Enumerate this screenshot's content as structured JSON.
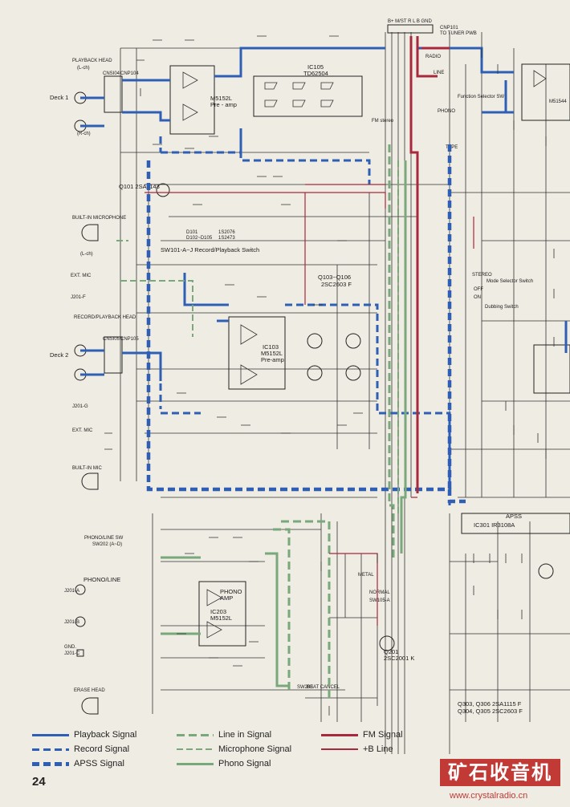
{
  "connector": {
    "pins": "B+ M/ST R L B GND",
    "ref": "CNP101",
    "dest": "TO TUNER PWB"
  },
  "components": {
    "ic105": "IC105",
    "ic105_part": "TD62504",
    "ic101": "M5152L",
    "ic101_sub": "Pre - amp",
    "ic103_ref": "IC103",
    "ic103": "M5152L",
    "ic103_sub": "Pre-amp.",
    "ic203_ref": "IC203",
    "ic203": "M5152L",
    "ic203_title1": "PHONO",
    "ic203_title2": "AMP",
    "ic301": "IC301  IR3108A",
    "ic301_title": "APSS",
    "q101": "Q101  2SA1143",
    "q103_106": "Q103~Q106",
    "q103_106_part": "2SC2603 F",
    "q201": "Q201",
    "q201_part": "2SC2001 K",
    "q303": "Q303, Q306  2SA1115 F",
    "q304": "Q304, Q305  2SC2603 F",
    "d101": "D101",
    "d101_range": "D102~D105",
    "d_part1": "1S2076",
    "d_part2": "1S2473",
    "ic104": "M51544"
  },
  "labels": {
    "playback_head": "PLAYBACK HEAD",
    "l_ch": "(L-ch)",
    "r_ch": "(R-ch)",
    "deck1": "Deck 1",
    "deck2": "Deck 2",
    "cnsi04": "CNSI04",
    "cnp104": "CNP104",
    "cnsi05": "CNSI05",
    "cnp105": "CNP105",
    "builtin_mic": "BUILT-IN MICROPHONE",
    "ext_mic": "EXT. MIC",
    "j201f": "J201-F",
    "rec_pb_head": "RECORD/PLAYBACK HEAD",
    "j201g": "J201-G",
    "builtin_mic2": "BUILT-IN MIC",
    "phono_line_sw": "PHONO/LINE SW",
    "sw202": "SW202 (A~D)",
    "phono_line": "PHONO/LINE",
    "j201a": "J201-A",
    "j201b": "J201-B",
    "gnd": "GND.",
    "j201c": "J201-C",
    "erase_head": "ERASE HEAD",
    "sw101_title": "SW101-A~J  Record/Playback Switch",
    "func_sel": "Function Selector SW",
    "fm_stereo": "FM stereo",
    "mode_sel": "Mode Selector Switch",
    "dubbing": "Dubbing Switch",
    "beat_cancel": "BEAT CANCEL",
    "sw203": "SW203",
    "metal": "METAL",
    "normal": "NORMAL",
    "sw105a": "SW105-A",
    "tape": "TAPE",
    "radio": "RADIO",
    "phono": "PHONO",
    "line": "LINE",
    "stereo": "STEREO",
    "off": "OFF",
    "on": "ON"
  },
  "legend": {
    "playback": "Playback Signal",
    "record": "Record Signal",
    "apss": "APSS Signal",
    "line_in": "Line in Signal",
    "microphone": "Microphone Signal",
    "phono": "Phono Signal",
    "fm": "FM Signal",
    "bline": "+B Line"
  },
  "colors": {
    "blue_signal": "#2f5fb5",
    "green_signal": "#79a87a",
    "red_signal": "#a8283c"
  },
  "page_number": "24",
  "logo_text": "矿石收音机",
  "watermark": "www.crystalradio.cn"
}
